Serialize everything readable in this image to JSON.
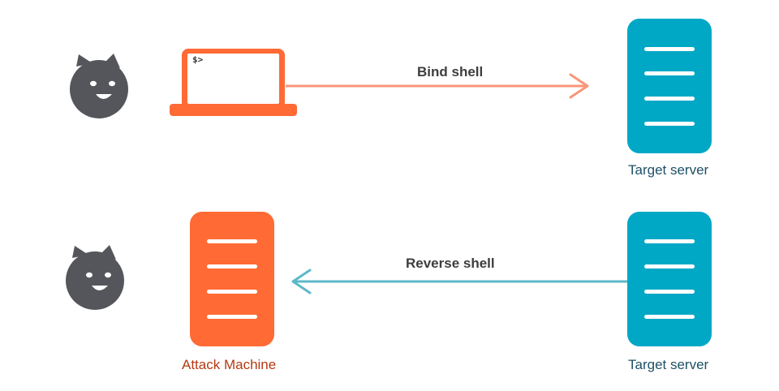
{
  "colors": {
    "attacker_orange": "#ff6a35",
    "server_teal": "#00a8c6",
    "cat_gray": "#54565b",
    "bind_arrow": "#fa957a",
    "reverse_arrow": "#5cb8c9"
  },
  "icons": {
    "attacker": "cat-face-icon",
    "laptop": "laptop-icon",
    "server": "server-icon"
  },
  "bind_shell": {
    "edge_label": "Bind shell",
    "laptop_prompt": "$>",
    "target_label": "Target server"
  },
  "reverse_shell": {
    "edge_label": "Reverse shell",
    "attack_label": "Attack Machine",
    "target_label": "Target server"
  }
}
